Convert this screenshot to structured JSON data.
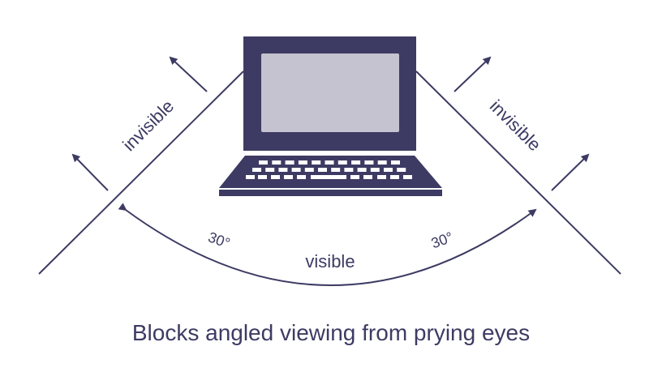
{
  "labels": {
    "invisible_left": "invisible",
    "invisible_right": "invisible",
    "angle_left": "30°",
    "angle_right": "30°",
    "visible": "visible"
  },
  "caption": "Blocks angled viewing from prying eyes",
  "colors": {
    "ink": "#3d3b63",
    "screen": "#c4c3cf"
  }
}
